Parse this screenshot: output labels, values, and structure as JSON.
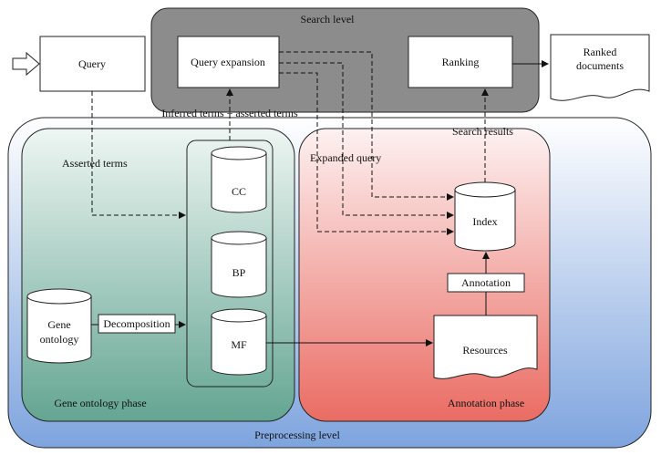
{
  "levels": {
    "search": "Search level",
    "preprocessing": "Preprocessing level"
  },
  "phases": {
    "gene_ontology": "Gene ontology phase",
    "annotation": "Annotation phase"
  },
  "nodes": {
    "query": "Query",
    "query_expansion": "Query expansion",
    "ranking": "Ranking",
    "ranked_documents_line1": "Ranked",
    "ranked_documents_line2": "documents",
    "cc": "CC",
    "bp": "BP",
    "mf": "MF",
    "gene_ontology_line1": "Gene",
    "gene_ontology_line2": "ontology",
    "decomposition": "Decomposition",
    "index": "Index",
    "annotation": "Annotation",
    "resources": "Resources"
  },
  "edge_labels": {
    "inferred_asserted": "Inferred terms + asserted terms",
    "asserted_terms": "Asserted terms",
    "expanded_query": "Expanded query",
    "search_results": "Search results"
  },
  "colors": {
    "search_level_fill": "#8c8c8c",
    "preprocessing_gradient_top": "#ffffff",
    "preprocessing_gradient_bottom": "#7ea4de",
    "go_phase_gradient_top": "#eef6f3",
    "go_phase_gradient_bottom": "#64a592",
    "annotation_phase_gradient_top": "#fdf1f1",
    "annotation_phase_gradient_bottom": "#ea6c63"
  }
}
